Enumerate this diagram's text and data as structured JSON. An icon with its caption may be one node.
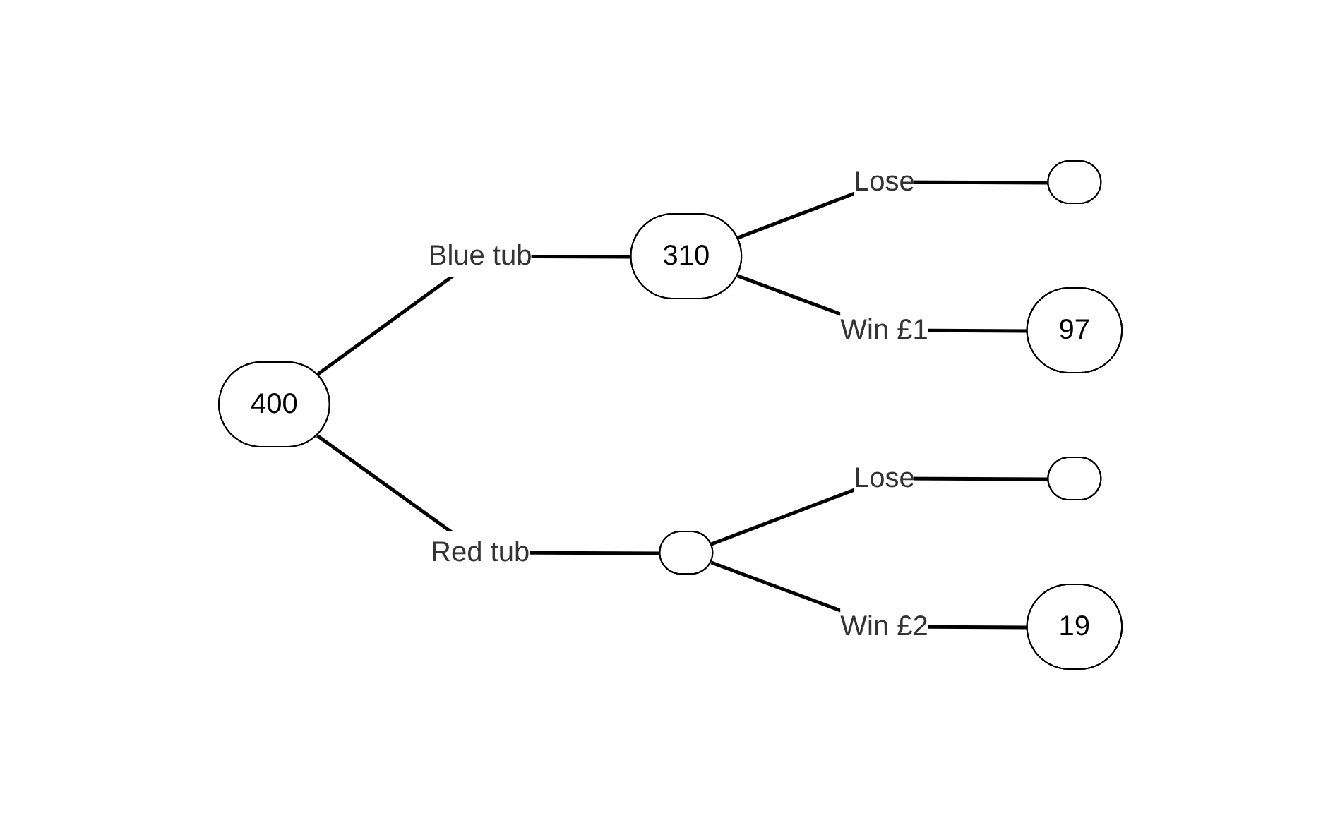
{
  "diagram": {
    "nodes": [
      {
        "text": [
          "400"
        ]
      },
      {
        "text": [
          "310"
        ]
      },
      {
        "text": [],
        "shape": "ellipse"
      },
      {
        "text": [],
        "shape": "ellipse"
      },
      {
        "text": [
          "97"
        ]
      },
      {
        "text": [],
        "shape": "ellipse"
      },
      {
        "text": [
          "19"
        ]
      }
    ],
    "edges": [
      {
        "from": 0,
        "to": 1,
        "arrow": "none",
        "label": "Blue tub"
      },
      {
        "from": 0,
        "to": 2,
        "arrow": "none",
        "label": "Red tub"
      },
      {
        "from": 1,
        "to": 3,
        "arrow": "none",
        "label": "Lose"
      },
      {
        "from": 1,
        "to": 4,
        "arrow": "none",
        "label": "Win £1"
      },
      {
        "from": 2,
        "to": 5,
        "arrow": "none",
        "label": "Lose"
      },
      {
        "from": 2,
        "to": 6,
        "arrow": "none",
        "label": "Win £2"
      }
    ]
  }
}
